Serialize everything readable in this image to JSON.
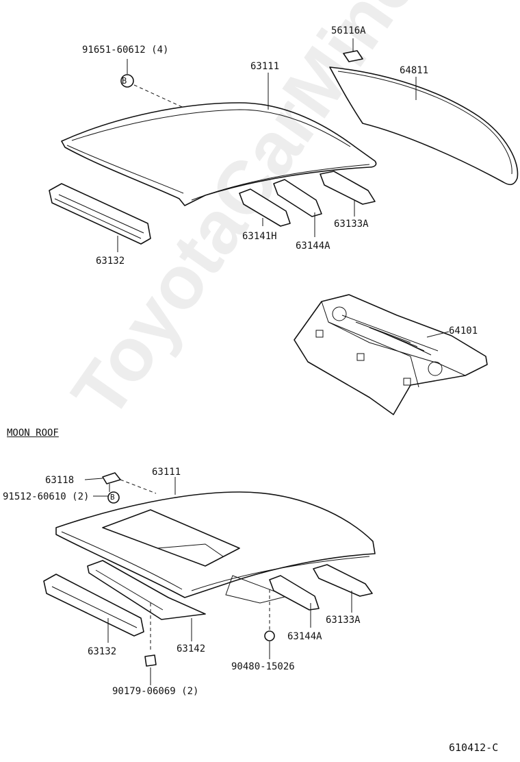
{
  "watermark": "ToyotaCarMine.ru",
  "section_moon_roof": "MOON ROOF",
  "circle_letter": "B",
  "labels": {
    "p_91651": "91651-60612 (4)",
    "p_63111_top": "63111",
    "p_56116a": "56116A",
    "p_64811": "64811",
    "p_63132_top": "63132",
    "p_63141h": "63141H",
    "p_63144a_top": "63144A",
    "p_63133a_top": "63133A",
    "p_64101": "64101",
    "p_63118": "63118",
    "p_63111_bot": "63111",
    "p_91512": "91512-60610 (2)",
    "p_63132_bot": "63132",
    "p_63142": "63142",
    "p_63144a_bot": "63144A",
    "p_63133a_bot": "63133A",
    "p_90480": "90480-15026",
    "p_90179": "90179-06069 (2)"
  },
  "figure_code": "610412-C"
}
